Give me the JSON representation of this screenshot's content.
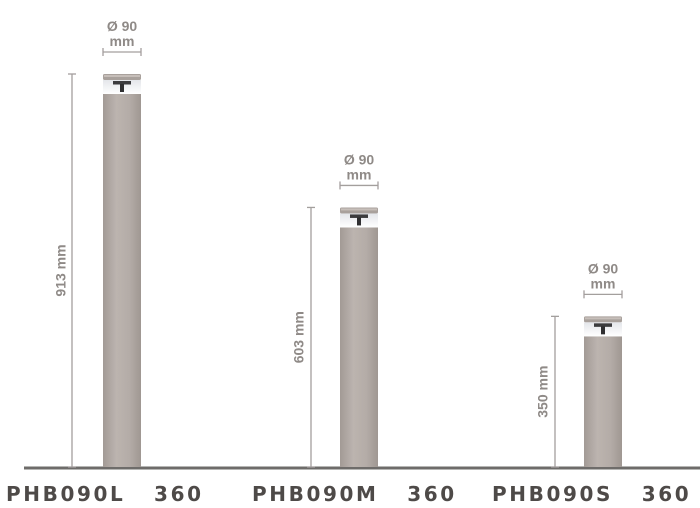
{
  "colors": {
    "post_body": "#b3aaa5",
    "post_shadow": "#9d9590",
    "dimension_line": "#a39f9d",
    "dimension_text": "#8f8a87",
    "ground": "#6e6c6a",
    "label": "#4e4a48"
  },
  "products": [
    {
      "model": "PHB090L",
      "beam": "360",
      "height_label": "913 mm",
      "height_mm": 913,
      "diameter_line1": "Ø 90",
      "diameter_line2": "mm"
    },
    {
      "model": "PHB090M",
      "beam": "360",
      "height_label": "603 mm",
      "height_mm": 603,
      "diameter_line1": "Ø 90",
      "diameter_line2": "mm"
    },
    {
      "model": "PHB090S",
      "beam": "360",
      "height_label": "350 mm",
      "height_mm": 350,
      "diameter_line1": "Ø 90",
      "diameter_line2": "mm"
    }
  ]
}
